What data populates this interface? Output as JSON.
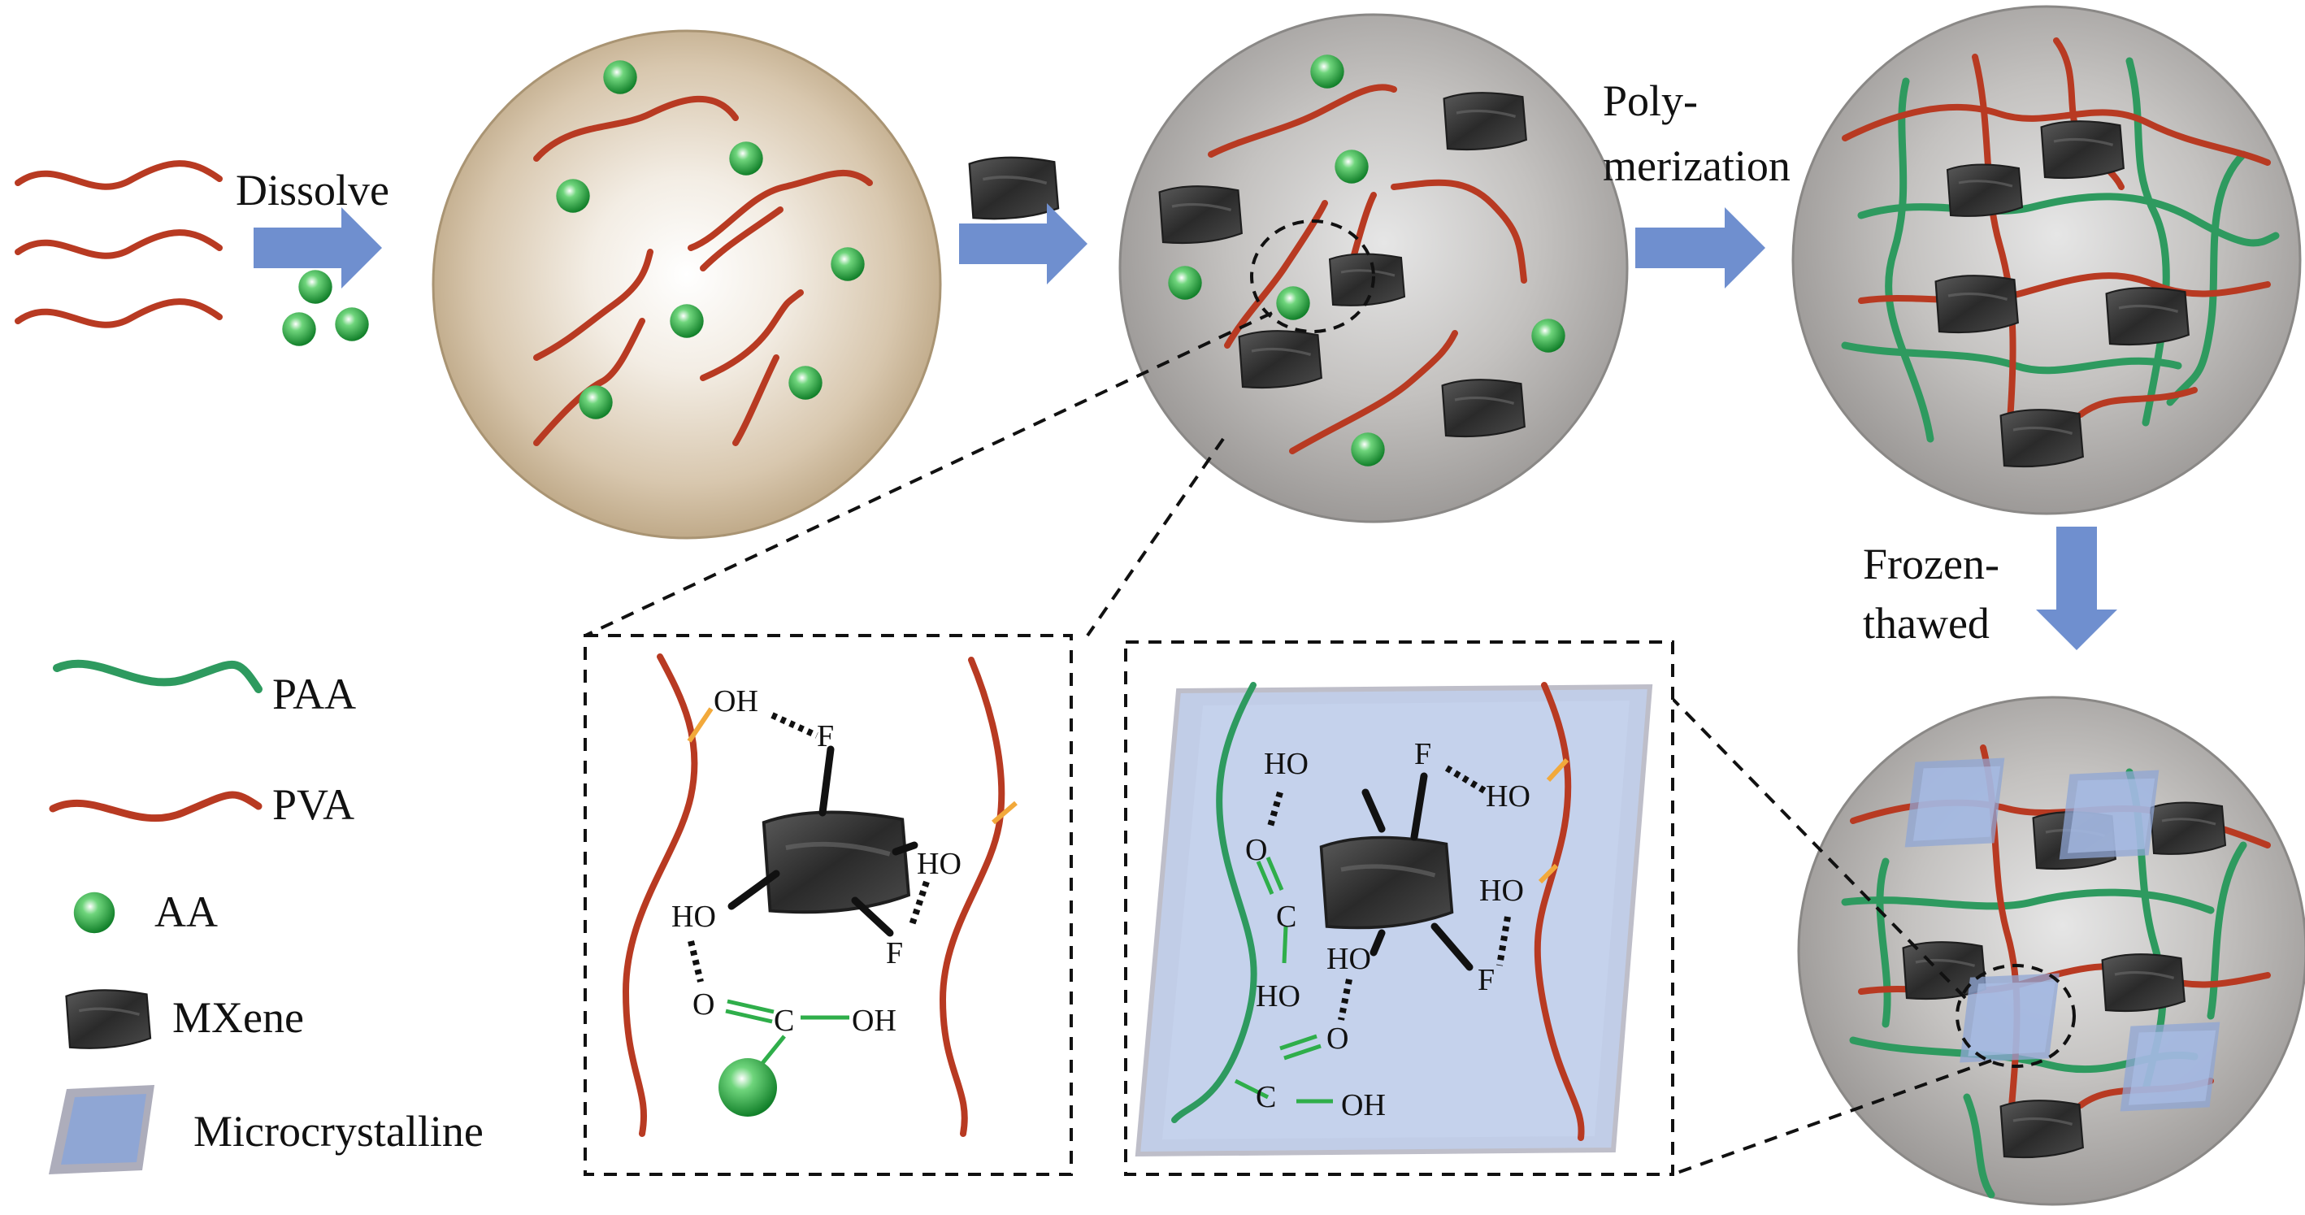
{
  "labels": {
    "dissolve": "Dissolve",
    "polymerization_1": "Poly-",
    "polymerization_2": "merization",
    "frozen_1": "Frozen-",
    "frozen_2": "thawed"
  },
  "legend": [
    {
      "key": "paa",
      "label": "PAA",
      "color": "#2e9a5f"
    },
    {
      "key": "pva",
      "label": "PVA",
      "color": "#b83a22"
    },
    {
      "key": "aa",
      "label": "AA",
      "color": "#2fae4a"
    },
    {
      "key": "mxene",
      "label": "MXene",
      "color": "#333333"
    },
    {
      "key": "micro",
      "label": "Microcrystalline",
      "color": "#8fa6d4"
    }
  ],
  "inset1": {
    "oh_top": "OH",
    "f_top": "F",
    "ho_right": "HO",
    "ho_left": "HO",
    "f_bottom": "F",
    "o": "O",
    "c": "C",
    "oh_bottom": "OH"
  },
  "inset2": {
    "ho_top": "HO",
    "o_top": "O",
    "c_top": "C",
    "ho_mid": "HO",
    "f_top": "F",
    "ho_right_top": "HO",
    "ho_right": "HO",
    "f_bottom": "F",
    "ho_center": "HO",
    "o_low": "O",
    "c_low": "C",
    "oh_low": "OH"
  },
  "colors": {
    "arrow": "#6f8fcf",
    "pva": "#b83a22",
    "paa": "#2e9a5f",
    "mxene": "#333333",
    "aa": "#2fae4a",
    "bond": "#f2a93b",
    "crystal": "#8fa6d4"
  }
}
